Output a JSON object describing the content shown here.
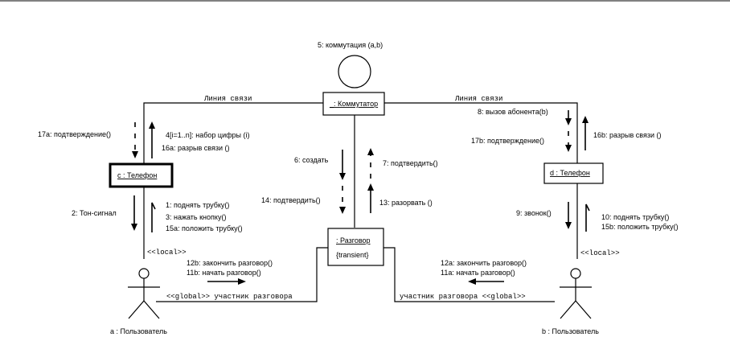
{
  "objects": {
    "switch": "_: Коммутатор",
    "phone_c": "c : Телефон",
    "phone_d": "d : Телефон",
    "call": ": Разговор",
    "call_constraint": "{transient}"
  },
  "labels": {
    "switching": "5: коммутация (a,b)",
    "link_left": "Линия связи",
    "link_right": "Линия связи",
    "confirm_17a": "17a: подтверждение()",
    "dial": "4[i=1..n]: набор цифры (i)",
    "disconnect_16a": "16a: разрыв связи ()",
    "create": "6: создать",
    "confirm7": "7: подтвердить()",
    "confirm14": "14: подтвердить()",
    "break13": "13: разорвать ()",
    "call_subscriber": "8: вызов абонента(b)",
    "confirm_17b": "17b: подтверждение()",
    "disconnect_16b": "16b: разрыв связи ()",
    "dial_tone": "2: Тон-сигнал",
    "lift_1": "1: поднять трубку()",
    "press_3": "3: нажать кнопку()",
    "hangup_15a": "15a: положить трубку()",
    "ring_9": "9: звонок()",
    "lift_10": "10: поднять трубку()",
    "hangup_15b": "15b: положить трубку()",
    "local_left": "<<local>>",
    "local_right": "<<local>>",
    "end_12b": "12b: закончить разговор()",
    "start_11b": "11b: начать разговор()",
    "end_12a": "12a: закончить разговор()",
    "start_11a": "11a: начать разговор()",
    "global_left": "<<global>>  участник разговора",
    "global_right": "участник разговора  <<global>>"
  },
  "actors": {
    "a": "a : Пользователь",
    "b": "b : Пользователь"
  }
}
